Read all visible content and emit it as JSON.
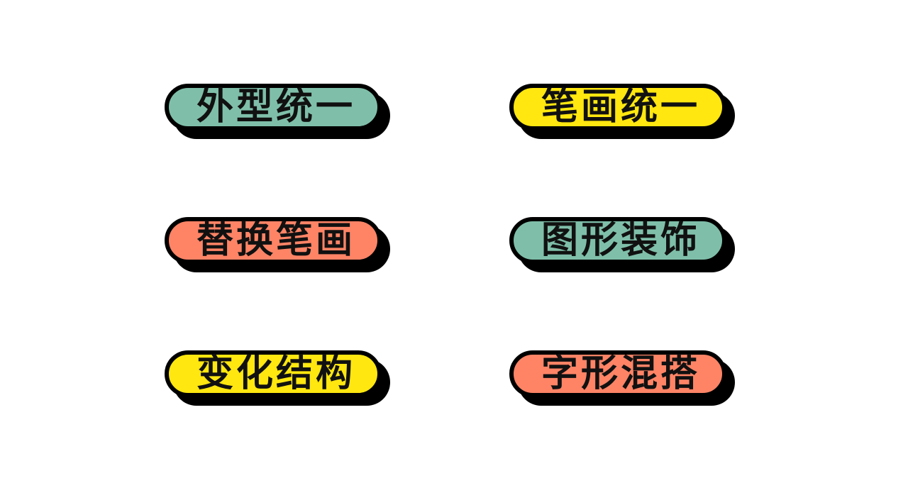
{
  "colors": {
    "teal": "#7fbfaa",
    "yellow": "#ffe70f",
    "coral": "#ff8466",
    "outline": "#000000",
    "background": "#ffffff"
  },
  "tags": [
    {
      "label": "外型统一",
      "color": "#7fbfaa"
    },
    {
      "label": "笔画统一",
      "color": "#ffe70f"
    },
    {
      "label": "替换笔画",
      "color": "#ff8466"
    },
    {
      "label": "图形装饰",
      "color": "#7fbfaa"
    },
    {
      "label": "变化结构",
      "color": "#ffe70f"
    },
    {
      "label": "字形混搭",
      "color": "#ff8466"
    }
  ]
}
